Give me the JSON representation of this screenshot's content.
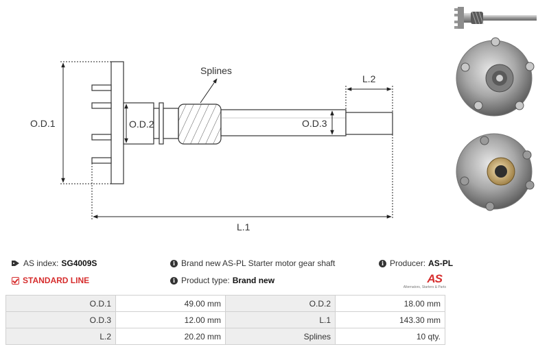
{
  "drawing": {
    "labels": {
      "od1": "O.D.1",
      "od2": "O.D.2",
      "od3": "O.D.3",
      "l1": "L.1",
      "l2": "L.2",
      "splines": "Splines"
    }
  },
  "info": {
    "as_index_label": "AS index:",
    "as_index_value": "SG4009S",
    "line_label": "STANDARD LINE",
    "description": "Brand new AS-PL Starter motor gear shaft",
    "product_type_label": "Product type:",
    "product_type_value": "Brand new",
    "producer_label": "Producer:",
    "producer_value": "AS-PL"
  },
  "logo": {
    "text": "AS",
    "subtitle": "Alternators, Starters & Parts",
    "color": "#d62d2d"
  },
  "specs": [
    [
      {
        "label": "O.D.1",
        "value": "49.00 mm"
      },
      {
        "label": "O.D.2",
        "value": "18.00 mm"
      }
    ],
    [
      {
        "label": "O.D.3",
        "value": "12.00 mm"
      },
      {
        "label": "L.1",
        "value": "143.30 mm"
      }
    ],
    [
      {
        "label": "L.2",
        "value": "20.20 mm"
      },
      {
        "label": "Splines",
        "value": "10 qty."
      }
    ]
  ]
}
